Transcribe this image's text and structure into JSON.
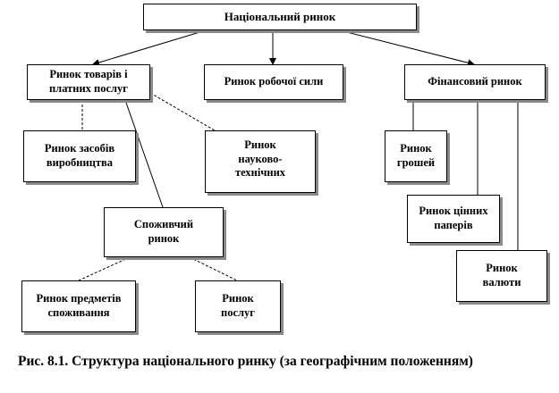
{
  "diagram": {
    "national_market": "Національний ринок",
    "goods_services_market": [
      "Ринок товарів і",
      "платних послуг"
    ],
    "labor_market": "Ринок робочої сили",
    "financial_market": "Фінансовий ринок",
    "means_of_production_market": [
      "Ринок засобів",
      "виробництва"
    ],
    "scientific_technical_market": [
      "Ринок",
      "науково-",
      "технічних"
    ],
    "consumer_market": [
      "Споживчий",
      "ринок"
    ],
    "money_market": [
      "Ринок",
      "грошей"
    ],
    "securities_market": [
      "Ринок цінних",
      "паперів"
    ],
    "currency_market": [
      "Ринок",
      "валюти"
    ],
    "consumer_goods_market": [
      "Ринок предметів",
      "споживання"
    ],
    "services_market": [
      "Ринок",
      "послуг"
    ]
  },
  "caption": "Рис. 8.1. Структура національного  ринку (за географічним положенням)"
}
